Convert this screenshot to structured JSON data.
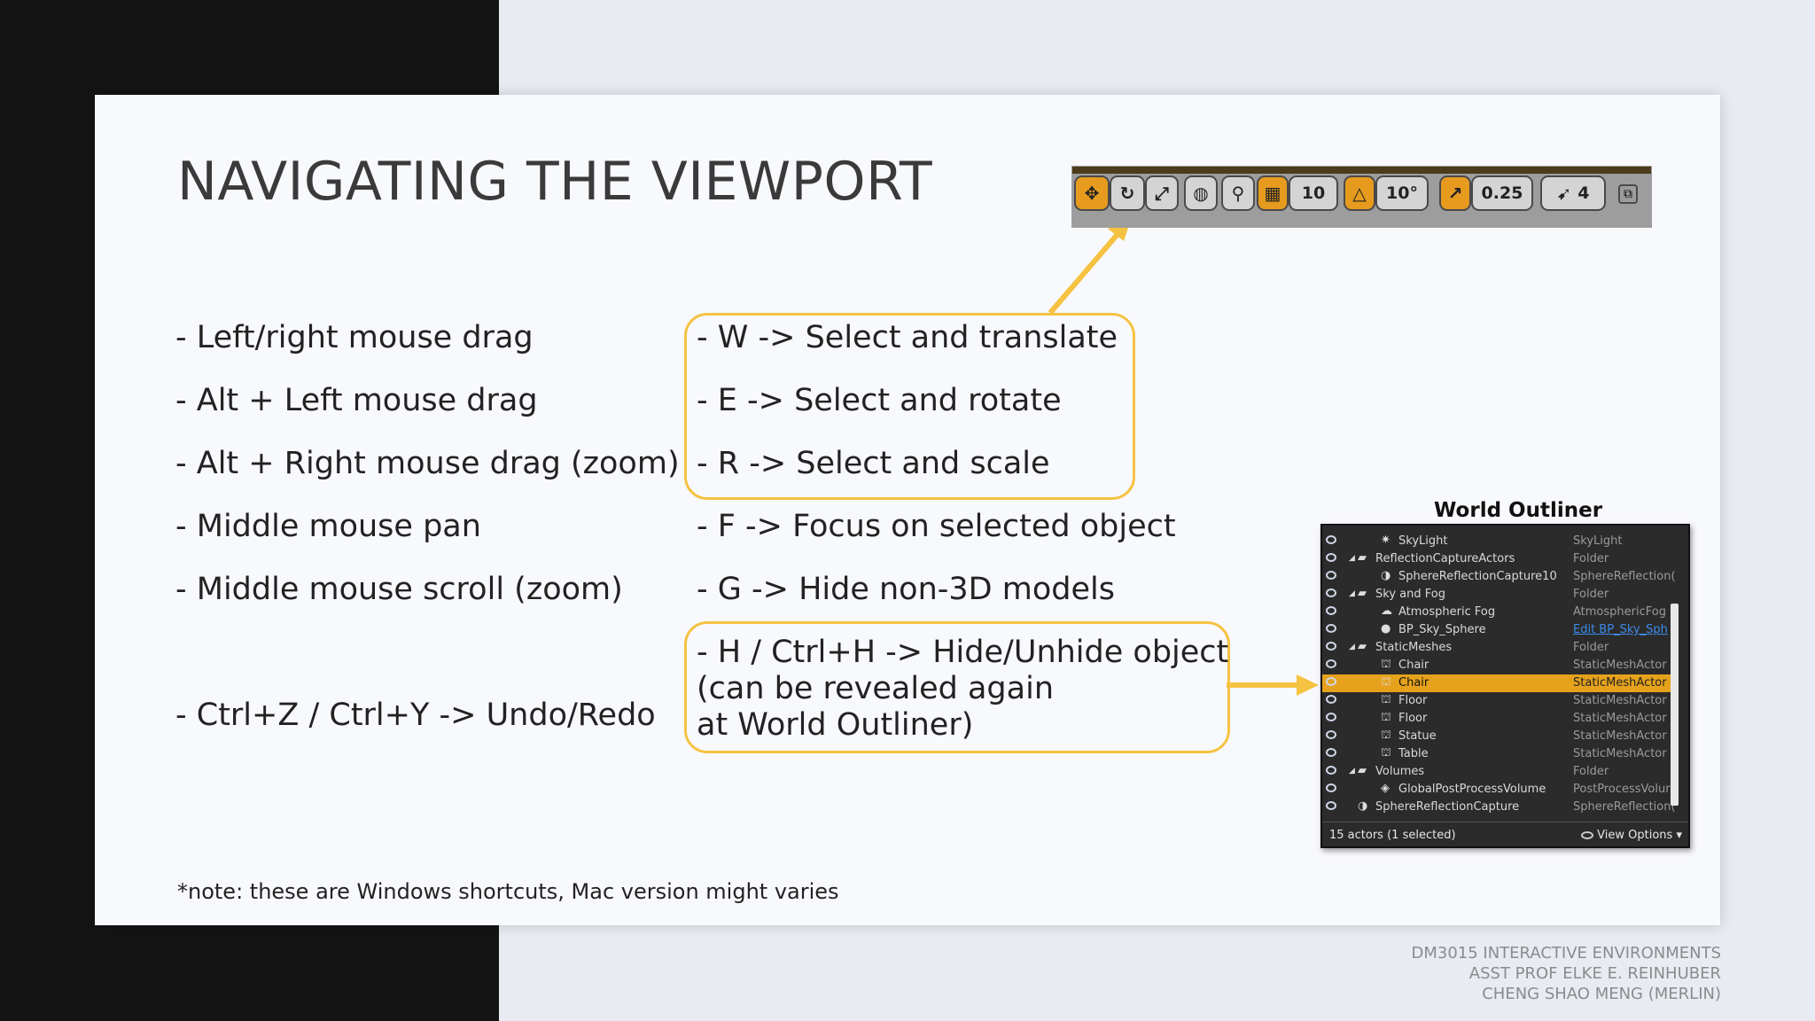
{
  "slide": {
    "title": "NAVIGATING THE VIEWPORT",
    "left_items": [
      "- Left/right mouse drag",
      "- Alt + Left mouse drag",
      "- Alt + Right mouse drag (zoom)",
      "- Middle mouse pan",
      "- Middle mouse scroll (zoom)",
      "- Ctrl+Z / Ctrl+Y -> Undo/Redo"
    ],
    "right_items": [
      "- W -> Select and translate",
      "- E -> Select and rotate",
      "- R -> Select and scale",
      "- F -> Focus on selected object",
      "- G -> Hide non-3D models",
      "- H / Ctrl+H -> Hide/Unhide object",
      "(can be revealed again",
      "at World Outliner)"
    ],
    "note": "*note: these are Windows shortcuts, Mac version might varies",
    "credits": [
      "DM3015 INTERACTIVE ENVIRONMENTS",
      "ASST PROF ELKE E. REINHUBER",
      "CHENG SHAO MENG (MERLIN)"
    ],
    "accent_color": "#f5c242"
  },
  "toolbar": {
    "icons": [
      "translate-icon",
      "rotate-icon",
      "scale-icon",
      "world-local-icon",
      "surface-snap-icon",
      "grid-snap-icon",
      "rotation-snap-icon",
      "scale-snap-icon",
      "camera-speed-icon",
      "maximize-icon"
    ],
    "grid_value": "10",
    "rotation_value": "10°",
    "scale_value": "0.25",
    "camera_speed": "4"
  },
  "outliner": {
    "title": "World Outliner",
    "rows": [
      {
        "name": "SkyLight",
        "type": "SkyLight",
        "indent": 2,
        "icon": "light-icon"
      },
      {
        "name": "ReflectionCaptureActors",
        "type": "Folder",
        "indent": 1,
        "icon": "folder-icon"
      },
      {
        "name": "SphereReflectionCapture10",
        "type": "SphereReflection(",
        "indent": 2,
        "icon": "sphere-capture-icon"
      },
      {
        "name": "Sky and Fog",
        "type": "Folder",
        "indent": 1,
        "icon": "folder-icon"
      },
      {
        "name": "Atmospheric Fog",
        "type": "AtmosphericFog",
        "indent": 2,
        "icon": "fog-icon"
      },
      {
        "name": "BP_Sky_Sphere",
        "type": "Edit BP_Sky_Sph",
        "indent": 2,
        "icon": "sphere-icon",
        "link": true
      },
      {
        "name": "StaticMeshes",
        "type": "Folder",
        "indent": 1,
        "icon": "folder-icon"
      },
      {
        "name": "Chair",
        "type": "StaticMeshActor",
        "indent": 2,
        "icon": "mesh-icon"
      },
      {
        "name": "Chair",
        "type": "StaticMeshActor",
        "indent": 2,
        "icon": "mesh-icon",
        "selected": true
      },
      {
        "name": "Floor",
        "type": "StaticMeshActor",
        "indent": 2,
        "icon": "mesh-icon"
      },
      {
        "name": "Floor",
        "type": "StaticMeshActor",
        "indent": 2,
        "icon": "mesh-icon"
      },
      {
        "name": "Statue",
        "type": "StaticMeshActor",
        "indent": 2,
        "icon": "mesh-icon"
      },
      {
        "name": "Table",
        "type": "StaticMeshActor",
        "indent": 2,
        "icon": "mesh-icon"
      },
      {
        "name": "Volumes",
        "type": "Folder",
        "indent": 1,
        "icon": "folder-icon"
      },
      {
        "name": "GlobalPostProcessVolume",
        "type": "PostProcessVolur",
        "indent": 2,
        "icon": "volume-icon"
      },
      {
        "name": "SphereReflectionCapture",
        "type": "SphereReflection(",
        "indent": 1,
        "icon": "sphere-capture-icon"
      }
    ],
    "footer_count": "15 actors (1 selected)",
    "footer_view": "View Options"
  }
}
